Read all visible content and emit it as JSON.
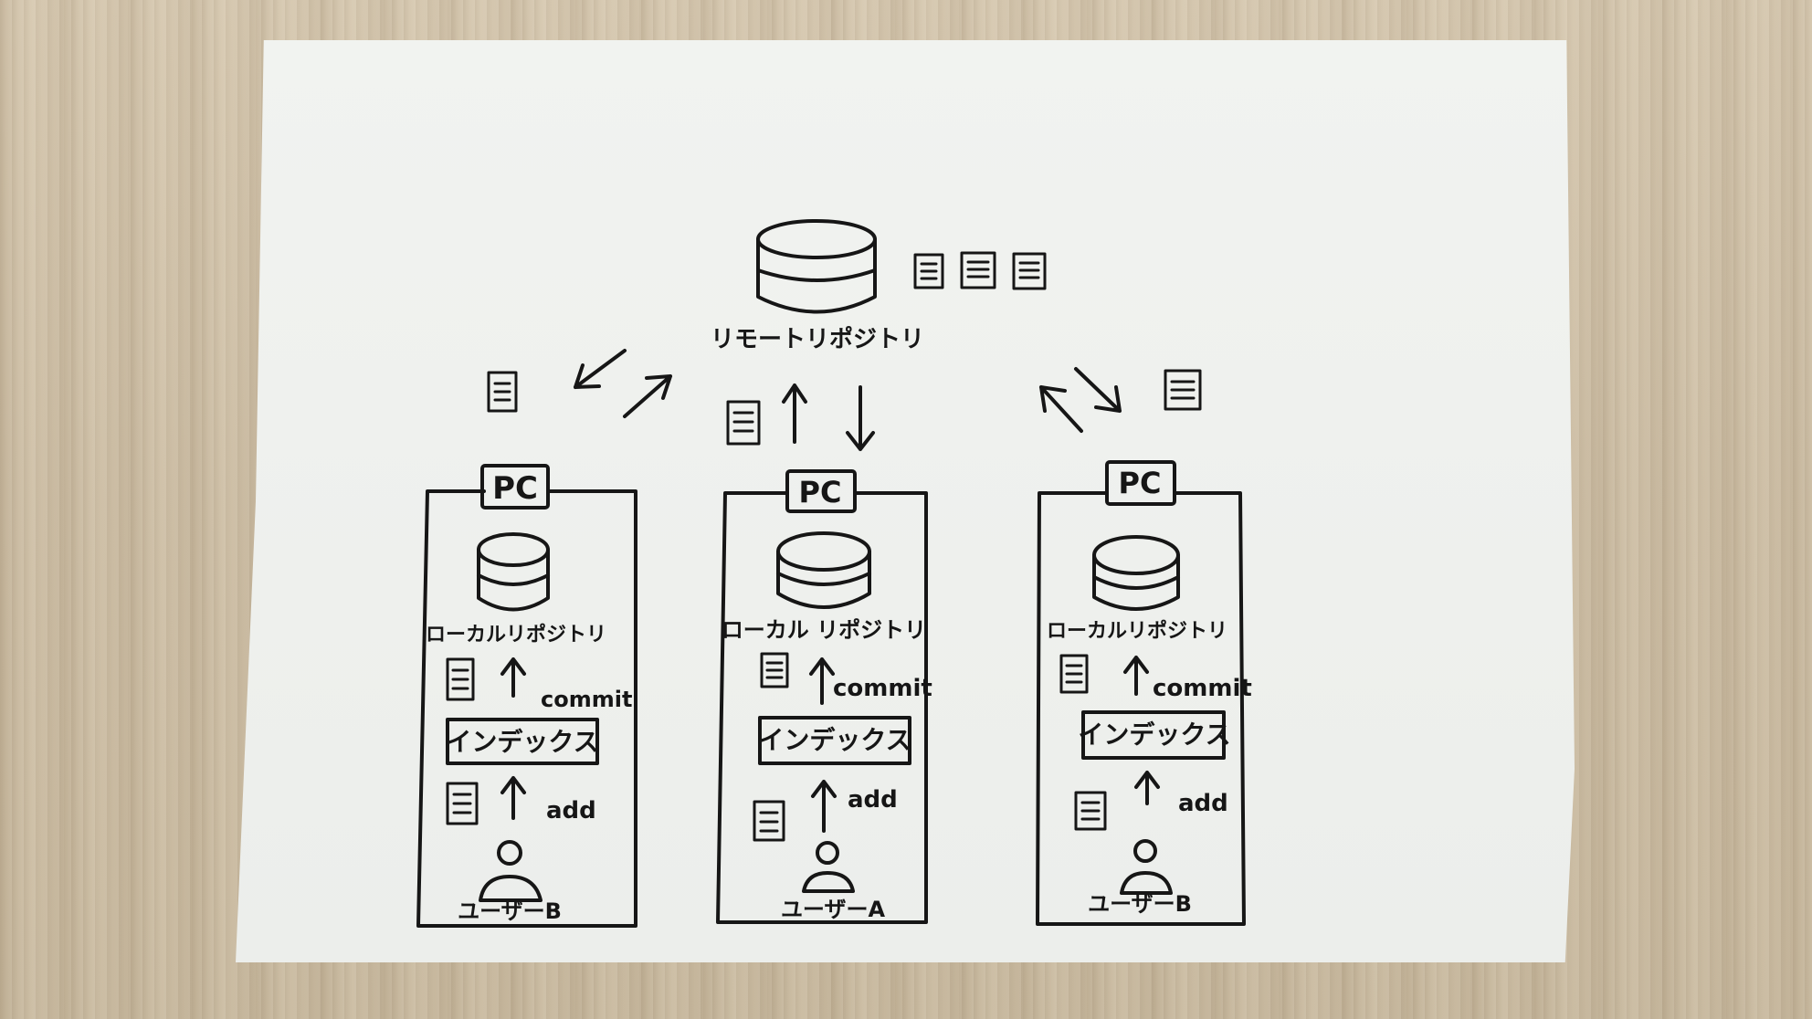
{
  "remote": {
    "label": "リモートリポジトリ"
  },
  "pcs": [
    {
      "pc_label": "PC",
      "local_label": "ローカルリポジトリ",
      "commit_label": "commit",
      "index_label": "インデックス",
      "add_label": "add",
      "user_label": "ユーザーB"
    },
    {
      "pc_label": "PC",
      "local_label": "ローカル リポジトリ",
      "commit_label": "commit",
      "index_label": "インデックス",
      "add_label": "add",
      "user_label": "ユーザーA"
    },
    {
      "pc_label": "PC",
      "local_label": "ローカルリポジトリ",
      "commit_label": "commit",
      "index_label": "インデックス",
      "add_label": "add",
      "user_label": "ユーザーB"
    }
  ],
  "colors": {
    "ink": "#161616",
    "paper": "#eff1ee",
    "table": "#cdbfa8"
  },
  "icons": [
    "database-icon",
    "document-icon",
    "arrow-icon",
    "user-icon"
  ]
}
